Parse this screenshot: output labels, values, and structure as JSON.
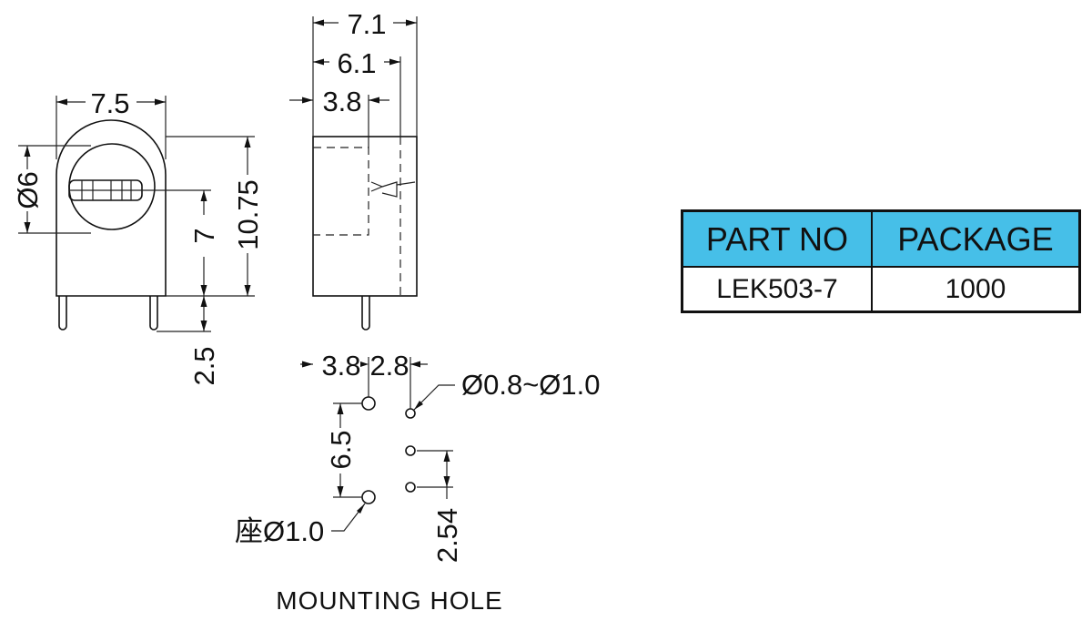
{
  "front_view": {
    "width_label": "7.5",
    "diameter_label": "Ø6",
    "center_height_label": "7",
    "total_height_label": "10.75",
    "lead_length_label": "2.5"
  },
  "side_view": {
    "width_label": "7.1",
    "middle_label": "6.1",
    "lead_offset_label": "3.8"
  },
  "mounting_hole": {
    "offset_a_label": "3.8",
    "offset_b_label": "2.8",
    "hole_diameter_label": "Ø0.8~Ø1.0",
    "pitch_label": "6.5",
    "base_hole_label": "座Ø1.0",
    "small_pitch_label": "2.54",
    "caption": "MOUNTING HOLE"
  },
  "table": {
    "headers": [
      "PART NO",
      "PACKAGE"
    ],
    "row": [
      "LEK503-7",
      "1000"
    ],
    "header_color": "#46bfe8"
  }
}
